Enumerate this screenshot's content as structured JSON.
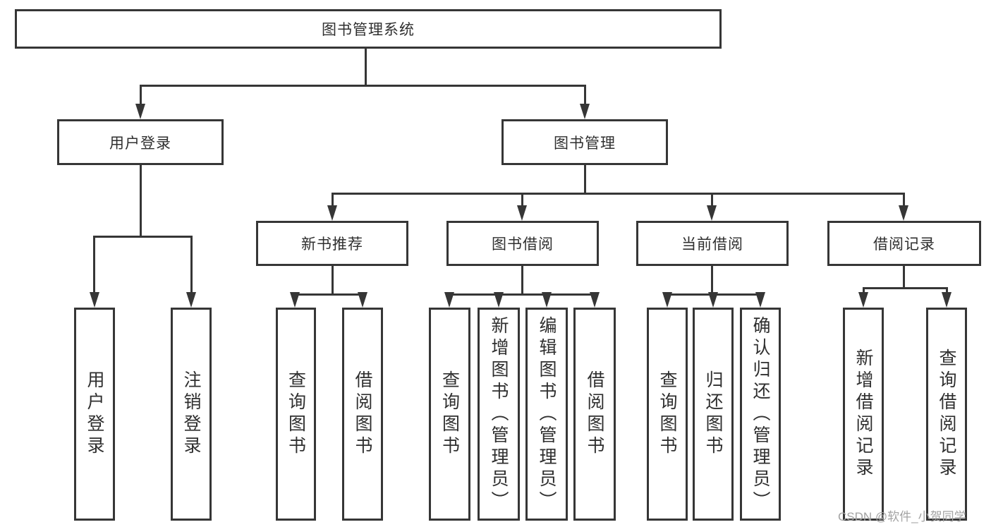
{
  "diagram": {
    "title": "图书管理系统",
    "root": {
      "label": "图书管理系统"
    },
    "level2": [
      {
        "label": "用户登录"
      },
      {
        "label": "图书管理"
      }
    ],
    "level3": [
      {
        "label": "新书推荐"
      },
      {
        "label": "图书借阅"
      },
      {
        "label": "当前借阅"
      },
      {
        "label": "借阅记录"
      }
    ],
    "leaves": {
      "user": [
        "用户登录",
        "注销登录"
      ],
      "recommend": [
        "查询图书",
        "借阅图书"
      ],
      "borrow": [
        "查询图书",
        "新增图书（管理员）",
        "编辑图书（管理员）",
        "借阅图书"
      ],
      "current": [
        "查询图书",
        "归还图书",
        "确认归还（管理员）"
      ],
      "records": [
        "新增借阅记录",
        "查询借阅记录"
      ]
    }
  },
  "watermark": {
    "text": "CSDN @软件_小贺同学"
  },
  "colors": {
    "line": "#363636",
    "box_border": "#363636",
    "text": "#2f2f2f",
    "watermark": "#a3a3a3",
    "background": "#ffffff"
  }
}
